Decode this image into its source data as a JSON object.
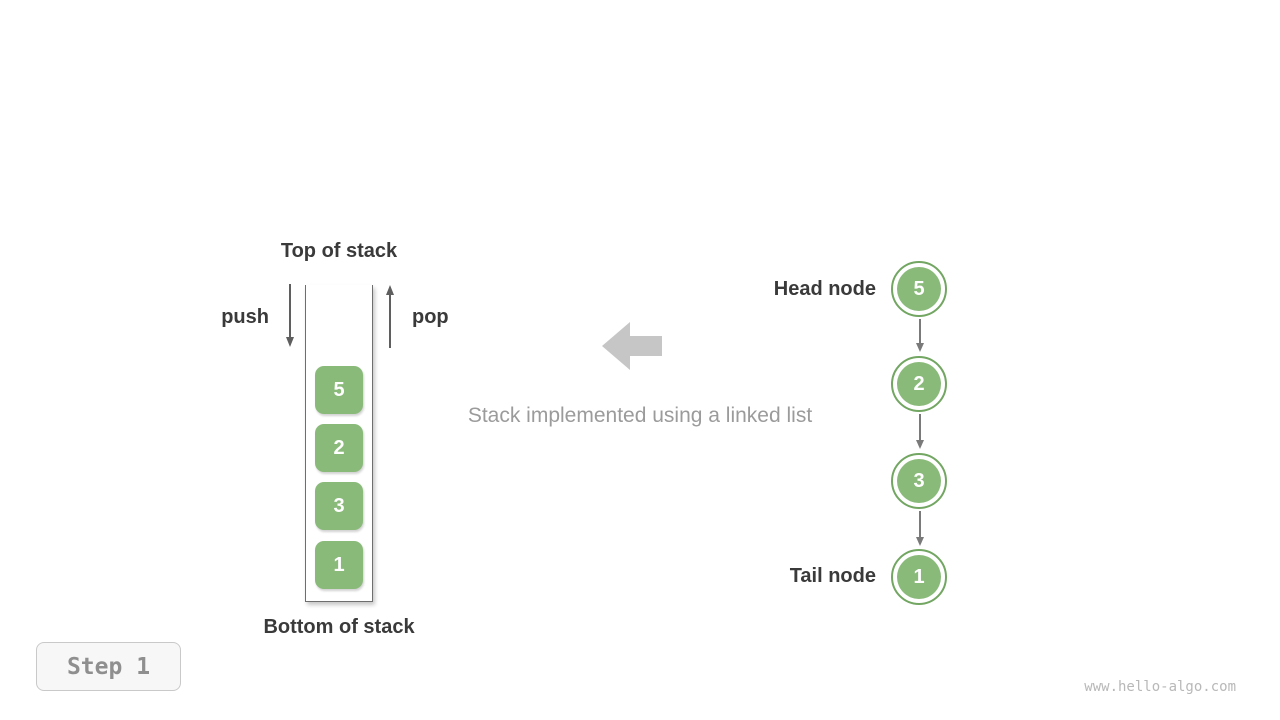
{
  "stack": {
    "top_label": "Top of stack",
    "bottom_label": "Bottom of stack",
    "push_label": "push",
    "pop_label": "pop",
    "items": [
      "5",
      "2",
      "3",
      "1"
    ]
  },
  "caption": "Stack implemented using a linked list",
  "linked_list": {
    "head_label": "Head node",
    "tail_label": "Tail node",
    "nodes": [
      "5",
      "2",
      "3",
      "1"
    ]
  },
  "step_badge": "Step 1",
  "watermark": "www.hello-algo.com",
  "colors": {
    "node_green": "#89ba79",
    "node_ring": "#72a662",
    "arrow_dark": "#5f5f5f",
    "link_arrow_gray": "#7a7a7a",
    "block_arrow_gray": "#c6c6c6",
    "caption_gray": "#9b9b9b"
  }
}
